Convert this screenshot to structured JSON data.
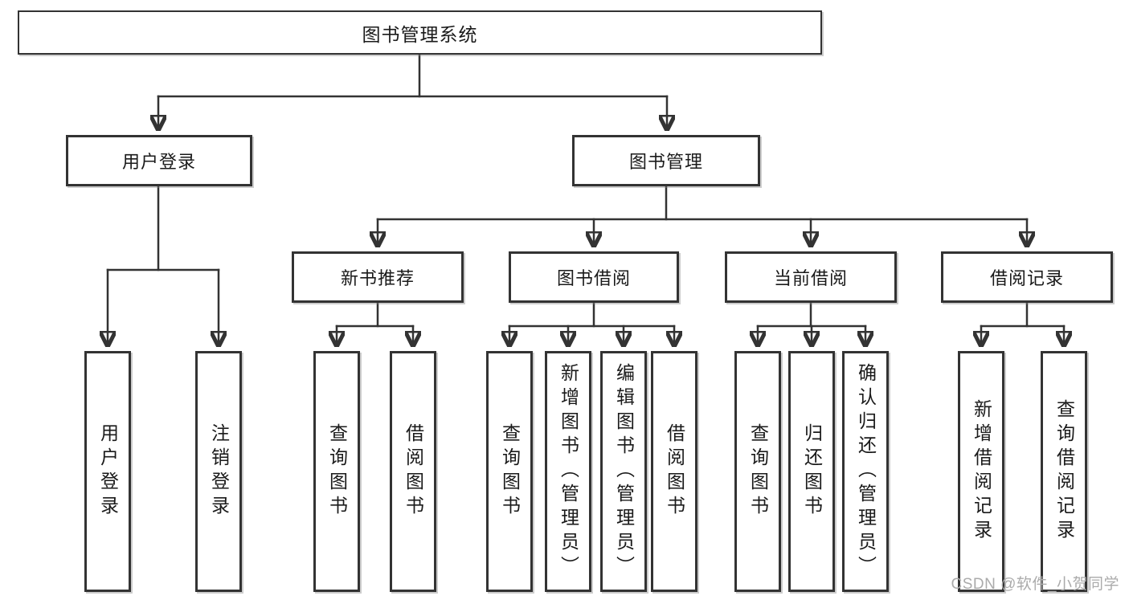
{
  "diagram": {
    "tree": {
      "label": "图书管理系统",
      "children": [
        {
          "label": "用户登录",
          "children": [
            {
              "label": "用户登录"
            },
            {
              "label": "注销登录"
            }
          ]
        },
        {
          "label": "图书管理",
          "children": [
            {
              "label": "新书推荐",
              "children": [
                {
                  "label": "查询图书"
                },
                {
                  "label": "借阅图书"
                }
              ]
            },
            {
              "label": "图书借阅",
              "children": [
                {
                  "label": "查询图书"
                },
                {
                  "label": "新增图书（管理员）"
                },
                {
                  "label": "编辑图书（管理员）"
                },
                {
                  "label": "借阅图书"
                }
              ]
            },
            {
              "label": "当前借阅",
              "children": [
                {
                  "label": "查询图书"
                },
                {
                  "label": "归还图书"
                },
                {
                  "label": "确认归还（管理员）"
                }
              ]
            },
            {
              "label": "借阅记录",
              "children": [
                {
                  "label": "新增借阅记录"
                },
                {
                  "label": "查询借阅记录"
                }
              ]
            }
          ]
        }
      ]
    },
    "watermark": "CSDN @软件_小贺同学",
    "colors": {
      "line": "#333333",
      "box_border": "#333333",
      "watermark": "#ababab",
      "background": "#ffffff"
    }
  }
}
